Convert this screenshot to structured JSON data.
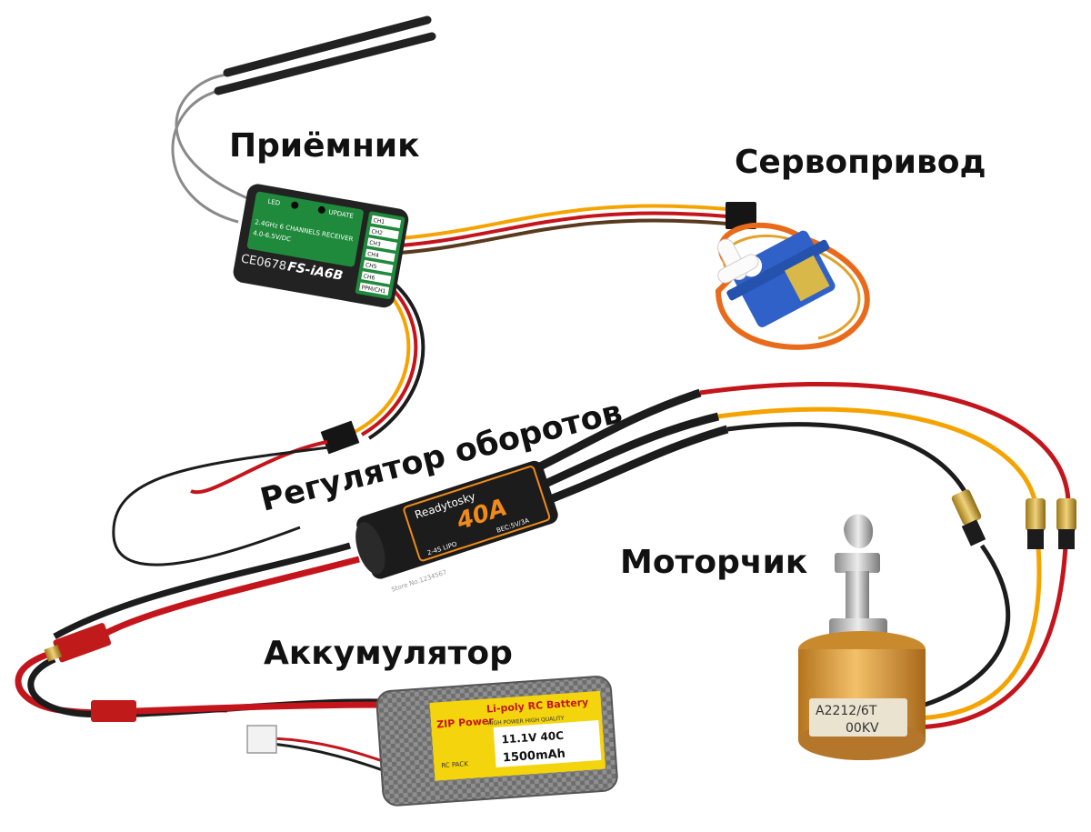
{
  "labels": {
    "receiver": "Приёмник",
    "servo": "Сервопривод",
    "esc": "Регулятор оборотов",
    "motor": "Моторчик",
    "battery": "Аккумулятор"
  },
  "receiver": {
    "brand": "CE0678",
    "model": "FS-iA6B",
    "spec": "2.4GHz 6 CHANNELS RECEIVER",
    "voltage": "4.0-6.5V/DC",
    "led": "LED",
    "update": "UPDATE",
    "ports": [
      "CH1",
      "CH2",
      "CH3",
      "CH4",
      "CH5",
      "CH6",
      "PPM/CH1"
    ]
  },
  "esc": {
    "brand": "Readytosky",
    "current": "40A",
    "lipo": "2-4S LIPO",
    "bec": "BEC:5V/3A",
    "watermark": "Store No.1234567"
  },
  "motor": {
    "model": "A2212/6T",
    "kv": "00KV"
  },
  "battery": {
    "brand": "ZIP Power",
    "title": "Li-poly RC Battery",
    "subtitle": "HIGH POWER HIGH QUALITY",
    "pack": "RC PACK",
    "spec": "11.1V  40C",
    "capacity": "1500mAh"
  },
  "colors": {
    "wire_red": "#c4151c",
    "wire_orange": "#f5a300",
    "wire_black": "#1c1c1c",
    "motor_gold": "#e8a33c",
    "servo_blue": "#2f61c9",
    "receiver_green": "#1f8a3b",
    "esc_orange": "#f08b1a"
  }
}
